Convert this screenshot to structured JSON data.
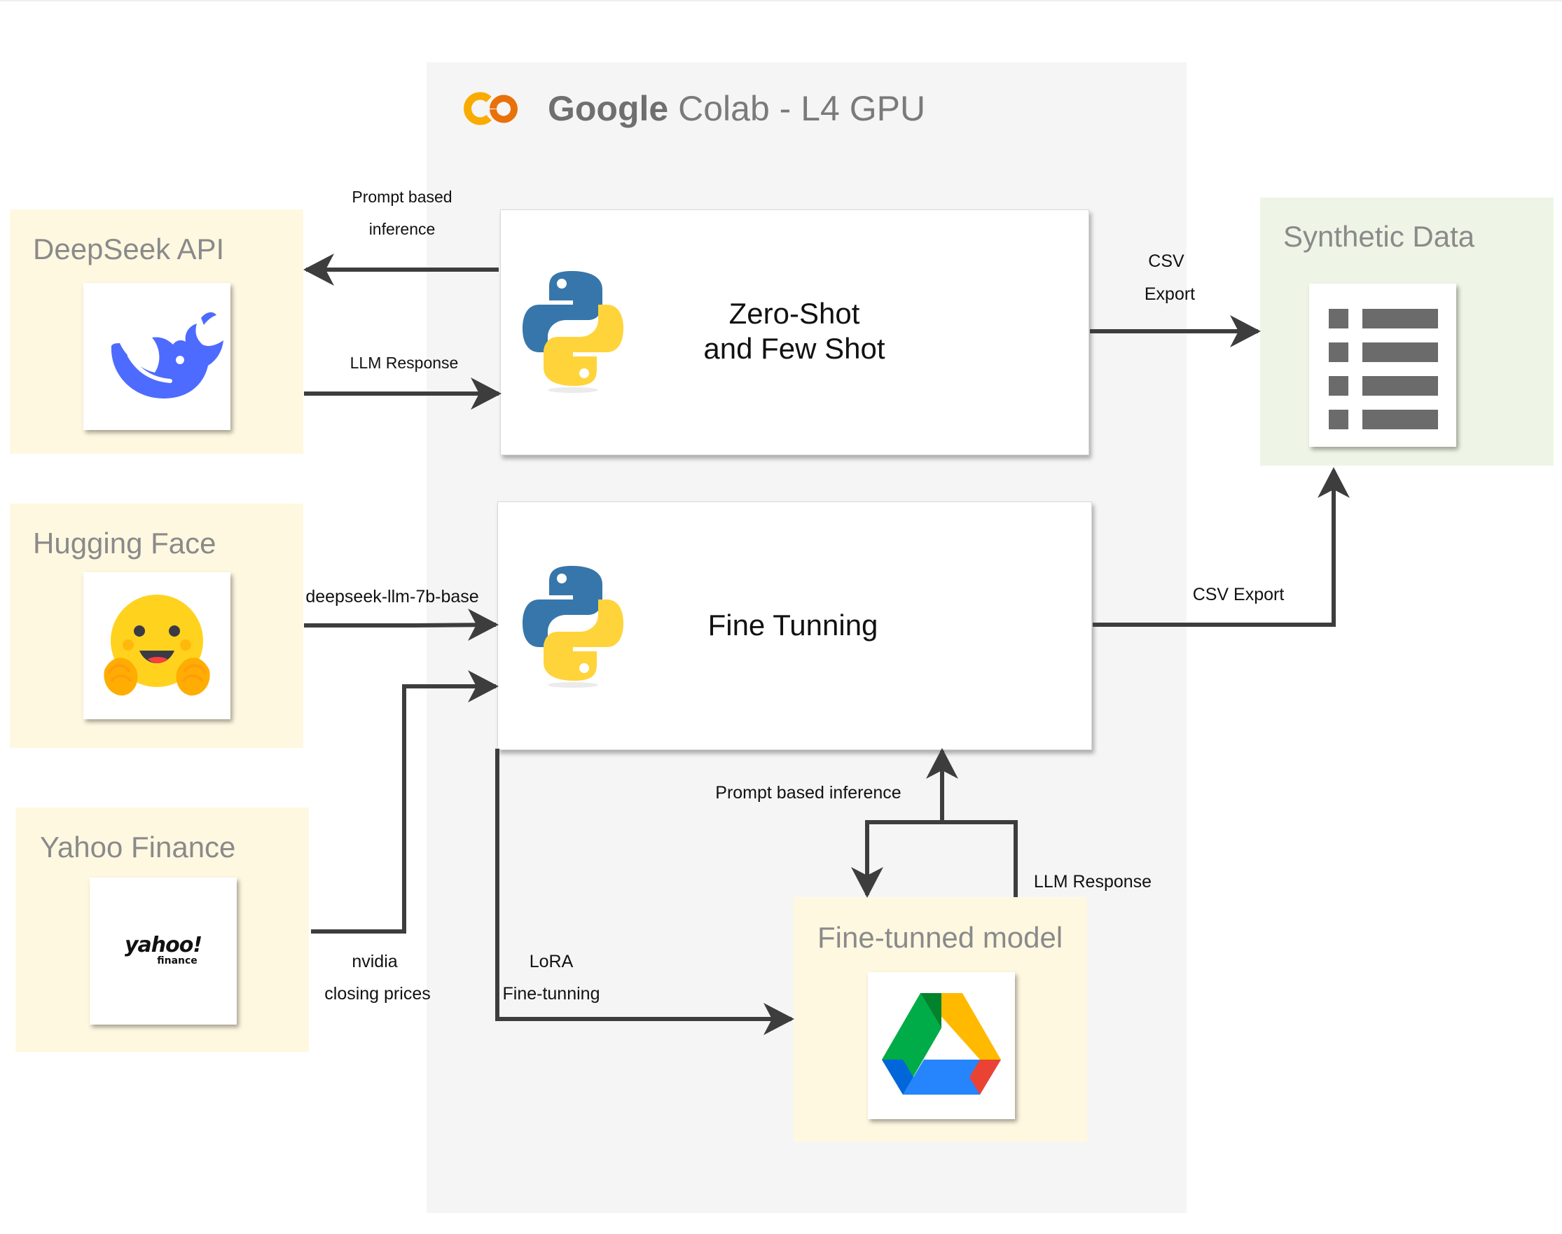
{
  "colab": {
    "title_bold": "Google",
    "title_rest": "Colab - L4 GPU",
    "logo_icon": "google-colab-logo-icon"
  },
  "sources": {
    "deepseek": {
      "label": "DeepSeek API",
      "icon": "deepseek-whale-icon"
    },
    "huggingface": {
      "label": "Hugging Face",
      "icon": "hugging-face-emoji-icon"
    },
    "yahoo": {
      "label": "Yahoo Finance",
      "icon": "yahoo-finance-logo-icon",
      "logo_text": "yahoo!",
      "logo_sub": "finance"
    }
  },
  "processes": {
    "zero_shot": {
      "line1": "Zero-Shot",
      "line2": "and Few Shot",
      "icon": "python-logo-icon"
    },
    "fine_tuning": {
      "label": "Fine Tunning",
      "icon": "python-logo-icon"
    }
  },
  "outputs": {
    "synthetic": {
      "label": "Synthetic Data",
      "icon": "list-document-icon"
    },
    "finetuned": {
      "label": "Fine-tunned model",
      "icon": "google-drive-icon"
    }
  },
  "edges": {
    "prompt_based_l1": "Prompt based",
    "prompt_based_l2": "inference",
    "llm_response_top": "LLM Response",
    "deepseek_llm": "deepseek-llm-7b-base",
    "nvidia_l1": "nvidia",
    "nvidia_l2": "closing prices",
    "csv_l1": "CSV",
    "csv_l2": "Export",
    "csv_export_2": "CSV Export",
    "prompt_inference_2": "Prompt based inference",
    "llm_response_2": "LLM Response",
    "lora_l1": "LoRA",
    "lora_l2": "Fine-tunning"
  },
  "colors": {
    "colab_bg": "#f5f5f5",
    "source_panel": "#fff8e1",
    "output_panel": "#eef5e6",
    "arrow": "#3d3d3d",
    "deepseek_blue": "#4d6bfe",
    "colab_orange": "#f9ab00"
  }
}
